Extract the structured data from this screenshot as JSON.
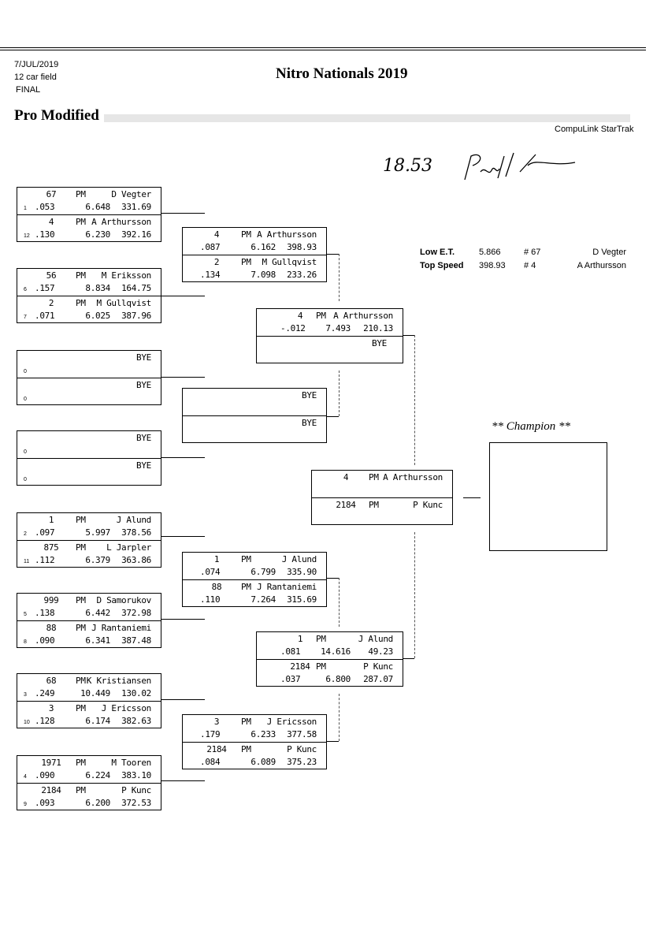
{
  "header": {
    "date": "7/JUL/2019",
    "field": "12 car field",
    "round": "FINAL",
    "title": "Nitro Nationals 2019",
    "class": "Pro Modified",
    "system": "CompuLink StarTrak",
    "handwriting": "18.53"
  },
  "stats": {
    "low_et": {
      "label": "Low E.T.",
      "value": "5.866",
      "car": "# 67",
      "driver": "D Vegter"
    },
    "top_speed": {
      "label": "Top Speed",
      "value": "398.93",
      "car": "# 4",
      "driver": "A Arthursson"
    }
  },
  "champion": {
    "label": "** Champion **"
  },
  "round1": [
    {
      "top": {
        "car": "67",
        "cls": "PM",
        "driver": "D Vegter",
        "seed": "1",
        "rt": ".053",
        "et": "6.648",
        "mph": "331.69"
      },
      "bot": {
        "car": "4",
        "cls": "PM",
        "driver": "A Arthursson",
        "seed": "12",
        "rt": ".130",
        "et": "6.230",
        "mph": "392.16"
      }
    },
    {
      "top": {
        "car": "56",
        "cls": "PM",
        "driver": "M Eriksson",
        "seed": "6",
        "rt": ".157",
        "et": "8.834",
        "mph": "164.75"
      },
      "bot": {
        "car": "2",
        "cls": "PM",
        "driver": "M Gullqvist",
        "seed": "7",
        "rt": ".071",
        "et": "6.025",
        "mph": "387.96"
      }
    },
    {
      "top": {
        "car": "",
        "cls": "",
        "driver": "BYE",
        "seed": "0",
        "rt": "",
        "et": "",
        "mph": ""
      },
      "bot": {
        "car": "",
        "cls": "",
        "driver": "BYE",
        "seed": "0",
        "rt": "",
        "et": "",
        "mph": ""
      }
    },
    {
      "top": {
        "car": "",
        "cls": "",
        "driver": "BYE",
        "seed": "0",
        "rt": "",
        "et": "",
        "mph": ""
      },
      "bot": {
        "car": "",
        "cls": "",
        "driver": "BYE",
        "seed": "0",
        "rt": "",
        "et": "",
        "mph": ""
      }
    },
    {
      "top": {
        "car": "1",
        "cls": "PM",
        "driver": "J Alund",
        "seed": "2",
        "rt": ".097",
        "et": "5.997",
        "mph": "378.56"
      },
      "bot": {
        "car": "875",
        "cls": "PM",
        "driver": "L Jarpler",
        "seed": "11",
        "rt": ".112",
        "et": "6.379",
        "mph": "363.86"
      }
    },
    {
      "top": {
        "car": "999",
        "cls": "PM",
        "driver": "D Samorukov",
        "seed": "5",
        "rt": ".138",
        "et": "6.442",
        "mph": "372.98"
      },
      "bot": {
        "car": "88",
        "cls": "PM",
        "driver": "J Rantaniemi",
        "seed": "8",
        "rt": ".090",
        "et": "6.341",
        "mph": "387.48"
      }
    },
    {
      "top": {
        "car": "68",
        "cls": "PM",
        "driver": "K Kristiansen",
        "seed": "3",
        "rt": ".249",
        "et": "10.449",
        "mph": "130.02"
      },
      "bot": {
        "car": "3",
        "cls": "PM",
        "driver": "J Ericsson",
        "seed": "10",
        "rt": ".128",
        "et": "6.174",
        "mph": "382.63"
      }
    },
    {
      "top": {
        "car": "1971",
        "cls": "PM",
        "driver": "M Tooren",
        "seed": "4",
        "rt": ".090",
        "et": "6.224",
        "mph": "383.10"
      },
      "bot": {
        "car": "2184",
        "cls": "PM",
        "driver": "P Kunc",
        "seed": "9",
        "rt": ".093",
        "et": "6.200",
        "mph": "372.53"
      }
    }
  ],
  "round2": [
    {
      "top": {
        "car": "4",
        "cls": "PM",
        "driver": "A Arthursson",
        "rt": ".087",
        "et": "6.162",
        "mph": "398.93"
      },
      "bot": {
        "car": "2",
        "cls": "PM",
        "driver": "M Gullqvist",
        "rt": ".134",
        "et": "7.098",
        "mph": "233.26"
      }
    },
    {
      "top": {
        "car": "",
        "cls": "",
        "driver": "BYE",
        "rt": "",
        "et": "",
        "mph": ""
      },
      "bot": {
        "car": "",
        "cls": "",
        "driver": "BYE",
        "rt": "",
        "et": "",
        "mph": ""
      }
    },
    {
      "top": {
        "car": "1",
        "cls": "PM",
        "driver": "J Alund",
        "rt": ".074",
        "et": "6.799",
        "mph": "335.90"
      },
      "bot": {
        "car": "88",
        "cls": "PM",
        "driver": "J Rantaniemi",
        "rt": ".110",
        "et": "7.264",
        "mph": "315.69"
      }
    },
    {
      "top": {
        "car": "3",
        "cls": "PM",
        "driver": "J Ericsson",
        "rt": ".179",
        "et": "6.233",
        "mph": "377.58"
      },
      "bot": {
        "car": "2184",
        "cls": "PM",
        "driver": "P Kunc",
        "rt": ".084",
        "et": "6.089",
        "mph": "375.23"
      }
    }
  ],
  "semis": [
    {
      "top": {
        "car": "4",
        "cls": "PM",
        "driver": "A Arthursson",
        "rt": "-.012",
        "et": "7.493",
        "mph": "210.13"
      },
      "bot": {
        "car": "",
        "cls": "",
        "driver": "BYE",
        "rt": "",
        "et": "",
        "mph": ""
      }
    },
    {
      "top": {
        "car": "1",
        "cls": "PM",
        "driver": "J Alund",
        "rt": ".081",
        "et": "14.616",
        "mph": "49.23"
      },
      "bot": {
        "car": "2184",
        "cls": "PM",
        "driver": "P Kunc",
        "rt": ".037",
        "et": "6.800",
        "mph": "287.07"
      }
    }
  ],
  "final": {
    "top": {
      "car": "4",
      "cls": "PM",
      "driver": "A Arthursson",
      "rt": "",
      "et": "",
      "mph": ""
    },
    "bot": {
      "car": "2184",
      "cls": "PM",
      "driver": "P Kunc",
      "rt": "",
      "et": "",
      "mph": ""
    }
  }
}
